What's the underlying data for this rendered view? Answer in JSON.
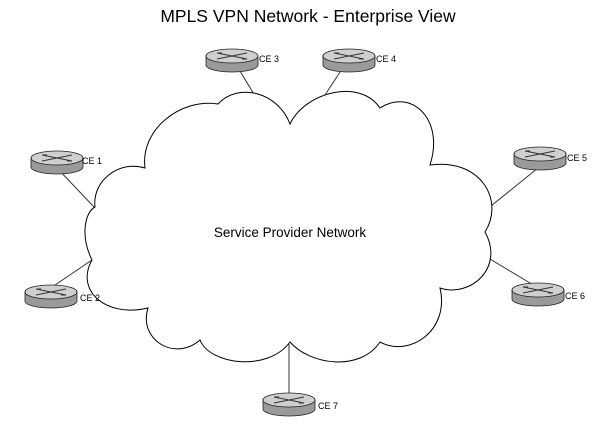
{
  "title": "MPLS VPN Network - Enterprise View",
  "cloud": {
    "label": "Service Provider Network"
  },
  "routers": [
    {
      "id": "ce1",
      "label": "CE 1",
      "icon": "router-icon"
    },
    {
      "id": "ce2",
      "label": "CE 2",
      "icon": "router-icon"
    },
    {
      "id": "ce3",
      "label": "CE 3",
      "icon": "router-icon"
    },
    {
      "id": "ce4",
      "label": "CE 4",
      "icon": "router-icon"
    },
    {
      "id": "ce5",
      "label": "CE 5",
      "icon": "router-icon"
    },
    {
      "id": "ce6",
      "label": "CE 6",
      "icon": "router-icon"
    },
    {
      "id": "ce7",
      "label": "CE 7",
      "icon": "router-icon"
    }
  ],
  "links": [
    {
      "from": "ce1",
      "to": "cloud"
    },
    {
      "from": "ce2",
      "to": "cloud"
    },
    {
      "from": "ce3",
      "to": "cloud"
    },
    {
      "from": "ce4",
      "to": "cloud"
    },
    {
      "from": "ce5",
      "to": "cloud"
    },
    {
      "from": "ce6",
      "to": "cloud"
    },
    {
      "from": "ce7",
      "to": "cloud"
    }
  ]
}
